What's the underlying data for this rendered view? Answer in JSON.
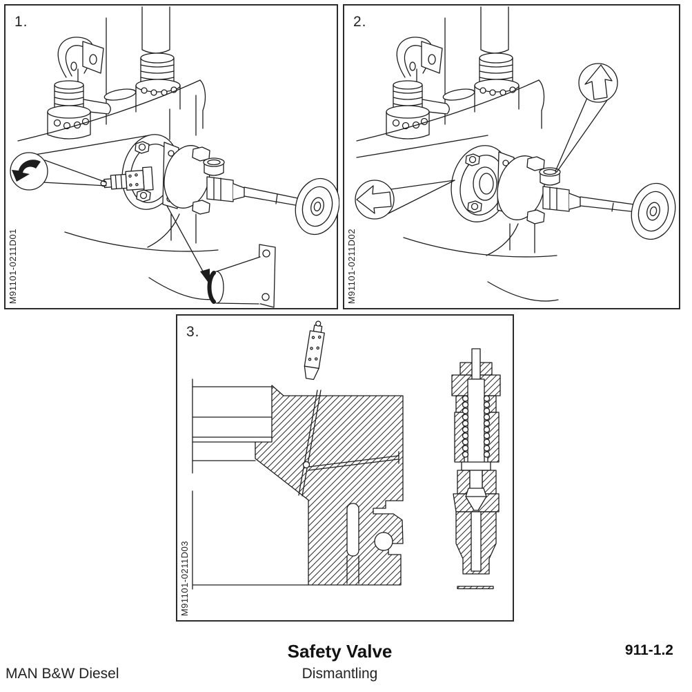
{
  "page": {
    "brand": "MAN B&W Diesel",
    "title": "Safety Valve",
    "subtitle": "Dismantling",
    "section_code": "911-1.2"
  },
  "figures": [
    {
      "number": "1.",
      "figure_id": "M91101-0211D01",
      "description": "Unscrew safety valve spindle from valve housing on cylinder head",
      "icons": [
        "rotate-counterclockwise-arrow-icon",
        "pointer-arrow-icon"
      ]
    },
    {
      "number": "2.",
      "figure_id": "M91101-0211D02",
      "description": "Pull valve flange outward and lift valve top piece",
      "icons": [
        "up-arrow-balloon-icon",
        "left-arrow-balloon-icon"
      ]
    },
    {
      "number": "3.",
      "figure_id": "M91101-0211D03",
      "description": "Cross-section of cylinder head with safety valve and enlarged valve section",
      "icons": []
    }
  ],
  "colors": {
    "line": "#1c1c1c",
    "background": "#ffffff",
    "border": "#2b2b2b"
  }
}
